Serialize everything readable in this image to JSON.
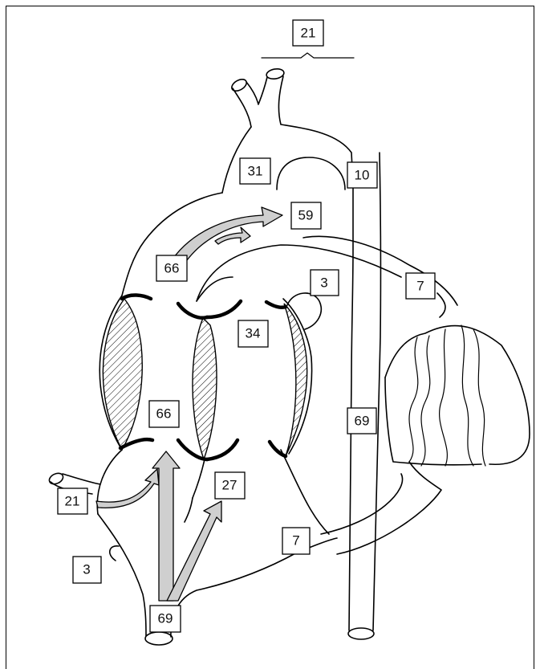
{
  "labels": {
    "top_21": "21",
    "l31": "31",
    "l10": "10",
    "l59": "59",
    "l66_top": "66",
    "l3_right": "3",
    "l7_right": "7",
    "l34": "34",
    "l66_mid": "66",
    "l69_right": "69",
    "l21_left": "21",
    "l27": "27",
    "l7_bottom": "7",
    "l3_left": "3",
    "l69_bottom": "69"
  },
  "colors": {
    "line": "#000000",
    "arrow_fill": "#cfcfcf",
    "background": "#ffffff"
  }
}
